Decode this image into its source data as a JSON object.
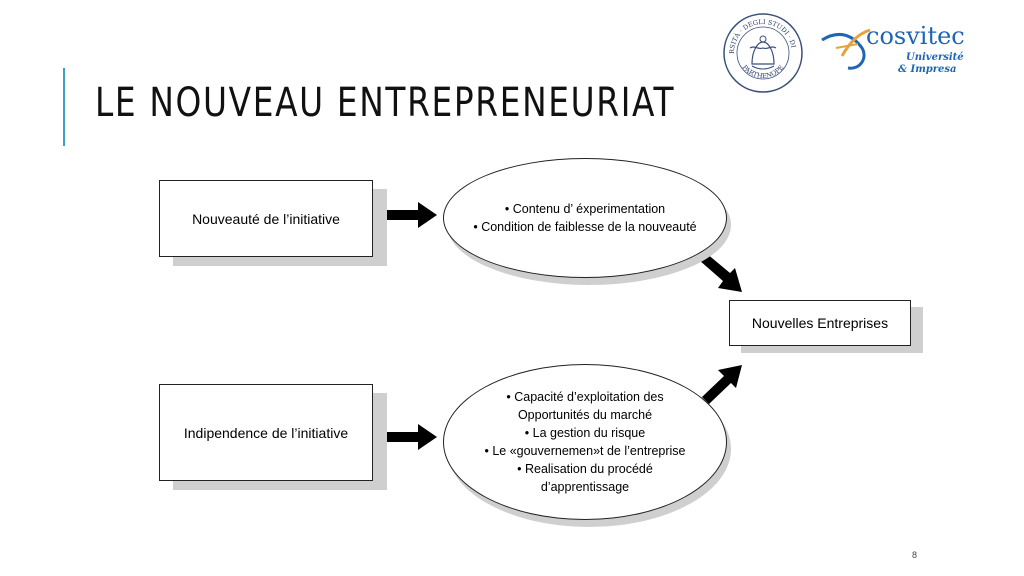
{
  "slide": {
    "title": "LE NOUVEAU ENTREPRENEURIAT",
    "page_number": "8"
  },
  "logos": {
    "seal": {
      "top_text": "UNIVERSITÀ · DEGLI STUDI · DI NAPOLI",
      "bottom_text": "PARTHENOPE",
      "icon": "university-seal-icon"
    },
    "cosvitec": {
      "name": "cosvitec",
      "line1": "Université",
      "line2": "& Impresa",
      "icon": "cosvitec-logo-icon"
    }
  },
  "diagram": {
    "box_top_left": "Nouveauté de l’initiative",
    "box_bottom_left": "Indipendence  de l’initiative",
    "box_right": "Nouvelles Entreprises",
    "ellipse_top": [
      "• Contenu d’ éxperimentation",
      "• Condition de faiblesse de la nouveauté"
    ],
    "ellipse_bottom": [
      "•     Capacité d’exploitation des",
      "Opportunités du marché",
      "•     La gestion du risque",
      "•     Le «gouvernemen»t de l’entreprise",
      "•     Realisation du procédé",
      "d’apprentissage"
    ]
  },
  "colors": {
    "accent_bar": "#3aa0c8",
    "shadow": "#cfcfcf",
    "cosvitec_blue": "#1e66b4",
    "cosvitec_gold": "#e6a23c"
  }
}
